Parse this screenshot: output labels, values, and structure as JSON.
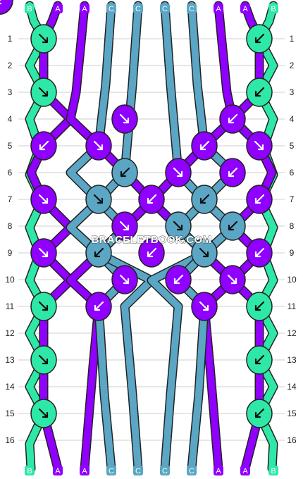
{
  "colors": {
    "B": "#2ee8a7",
    "A": "#9000ff",
    "C": "#5aa6c4",
    "grid": "#cfcfcf",
    "outline": "#222222"
  },
  "watermark": "BRACELETBOOK.COM",
  "strands_top": [
    "B",
    "A",
    "A",
    "C",
    "C",
    "C",
    "C",
    "A",
    "A",
    "B"
  ],
  "strands_bottom": [
    "B",
    "A",
    "A",
    "C",
    "C",
    "C",
    "C",
    "A",
    "A",
    "B"
  ],
  "row_labels": [
    "1",
    "2",
    "3",
    "4",
    "5",
    "6",
    "7",
    "8",
    "9",
    "10",
    "11",
    "12",
    "13",
    "14",
    "15",
    "16"
  ],
  "knots": [
    {
      "row": 1,
      "col": 0,
      "color": "B",
      "dir": "se"
    },
    {
      "row": 1,
      "col": 4,
      "color": "B",
      "dir": "sw"
    },
    {
      "row": 3,
      "col": 0,
      "color": "B",
      "dir": "se"
    },
    {
      "row": 3,
      "col": 4,
      "color": "B",
      "dir": "sw"
    },
    {
      "row": 4,
      "col": 1,
      "color": "A",
      "dir": "se"
    },
    {
      "row": 4,
      "col": 3,
      "color": "A",
      "dir": "sw"
    },
    {
      "row": 5,
      "col": 0,
      "color": "A",
      "dir": "sw"
    },
    {
      "row": 5,
      "col": 1,
      "color": "A",
      "dir": "se"
    },
    {
      "row": 5,
      "col": 3,
      "color": "A",
      "dir": "sw"
    },
    {
      "row": 5,
      "col": 4,
      "color": "A",
      "dir": "se"
    },
    {
      "row": 6,
      "col": 1,
      "color": "C",
      "dir": "sw"
    },
    {
      "row": 6,
      "col": 2,
      "color": "A",
      "dir": "se"
    },
    {
      "row": 6,
      "col": 3,
      "color": "A",
      "dir": "sw"
    },
    {
      "row": 6,
      "col": 4,
      "color": "C",
      "dir": "se"
    },
    {
      "row": 7,
      "col": 0,
      "color": "A",
      "dir": "se"
    },
    {
      "row": 7,
      "col": 1,
      "color": "C",
      "dir": "se"
    },
    {
      "row": 7,
      "col": 2,
      "color": "A",
      "dir": "sw"
    },
    {
      "row": 7,
      "col": 3,
      "color": "C",
      "dir": "sw"
    },
    {
      "row": 7,
      "col": 4,
      "color": "A",
      "dir": "sw"
    },
    {
      "row": 8,
      "col": 1,
      "color": "A",
      "dir": "se"
    },
    {
      "row": 8,
      "col": 2,
      "color": "C",
      "dir": "se"
    },
    {
      "row": 8,
      "col": 3,
      "color": "C",
      "dir": "sw"
    },
    {
      "row": 8,
      "col": 4,
      "color": "A",
      "dir": "sw"
    },
    {
      "row": 9,
      "col": 0,
      "color": "A",
      "dir": "se"
    },
    {
      "row": 9,
      "col": 1,
      "color": "C",
      "dir": "sw"
    },
    {
      "row": 9,
      "col": 2,
      "color": "A",
      "dir": "sw"
    },
    {
      "row": 9,
      "col": 3,
      "color": "C",
      "dir": "se"
    },
    {
      "row": 9,
      "col": 4,
      "color": "A",
      "dir": "sw"
    },
    {
      "row": 10,
      "col": 1,
      "color": "A",
      "dir": "se"
    },
    {
      "row": 10,
      "col": 2,
      "color": "A",
      "dir": "sw"
    },
    {
      "row": 10,
      "col": 3,
      "color": "A",
      "dir": "se"
    },
    {
      "row": 10,
      "col": 4,
      "color": "A",
      "dir": "sw"
    },
    {
      "row": 11,
      "col": 0,
      "color": "B",
      "dir": "se"
    },
    {
      "row": 11,
      "col": 1,
      "color": "A",
      "dir": "sw"
    },
    {
      "row": 11,
      "col": 3,
      "color": "A",
      "dir": "se"
    },
    {
      "row": 11,
      "col": 4,
      "color": "B",
      "dir": "sw"
    },
    {
      "row": 13,
      "col": 0,
      "color": "B",
      "dir": "se"
    },
    {
      "row": 13,
      "col": 4,
      "color": "B",
      "dir": "sw"
    },
    {
      "row": 15,
      "col": 0,
      "color": "B",
      "dir": "se"
    },
    {
      "row": 15,
      "col": 4,
      "color": "B",
      "dir": "sw"
    }
  ]
}
